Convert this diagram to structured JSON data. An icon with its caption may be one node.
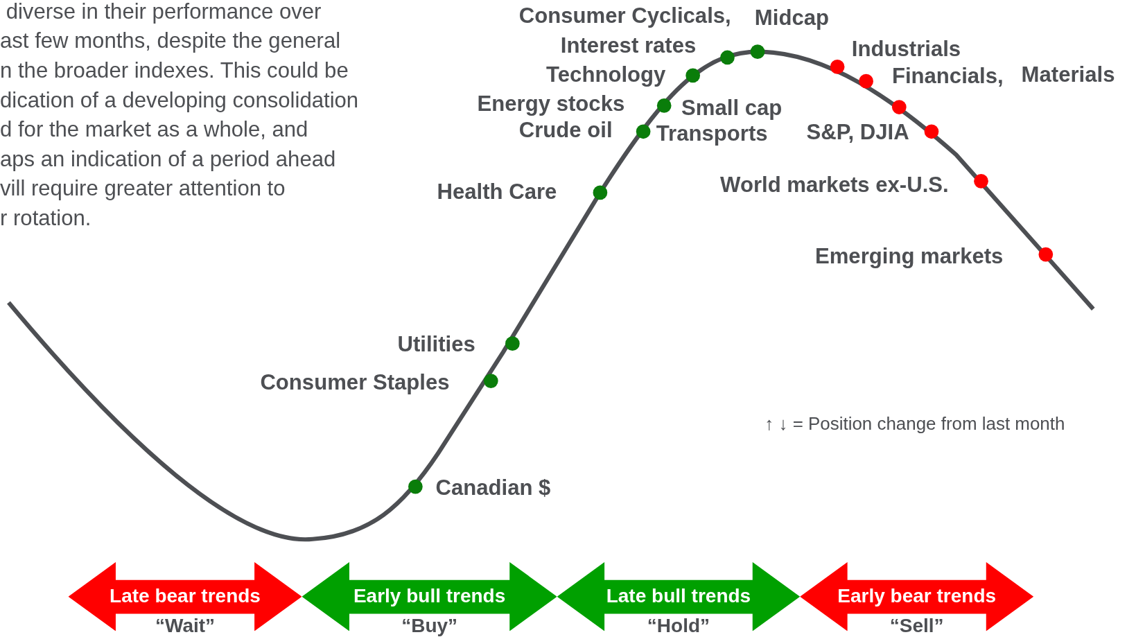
{
  "diagram": {
    "nodes": [
      {
        "text": [
          "Late bear trends"
        ],
        "beside": [
          "“Wait”"
        ]
      },
      {
        "text": [
          "Early bull trends"
        ],
        "beside": [
          "“Buy”"
        ]
      },
      {
        "text": [
          "Late bull trends"
        ],
        "beside": [
          "“Hold”"
        ]
      },
      {
        "text": [
          "Early bear trends"
        ],
        "beside": [
          "“Sell”"
        ]
      }
    ],
    "labels": [
      " diverse in their performance over ast few months, despite the general n the broader indexes. This could be dication of a developing consolidation d for the market as a whole, and aps an indication of a period ahead vill require greater attention to r rotation.",
      "Consumer Cyclicals,",
      "Midcap",
      "Interest rates",
      "Industrials",
      "Technology",
      "Financials,",
      "Materials",
      "Energy stocks",
      "Small cap",
      "Crude oil",
      "Transports",
      "S&P, DJIA",
      "Health Care",
      "World markets ex-U.S.",
      "Emerging markets",
      "Utilities",
      "Consumer Staples",
      "↑ ↓ = Position change from last month",
      "Canadian $"
    ]
  }
}
